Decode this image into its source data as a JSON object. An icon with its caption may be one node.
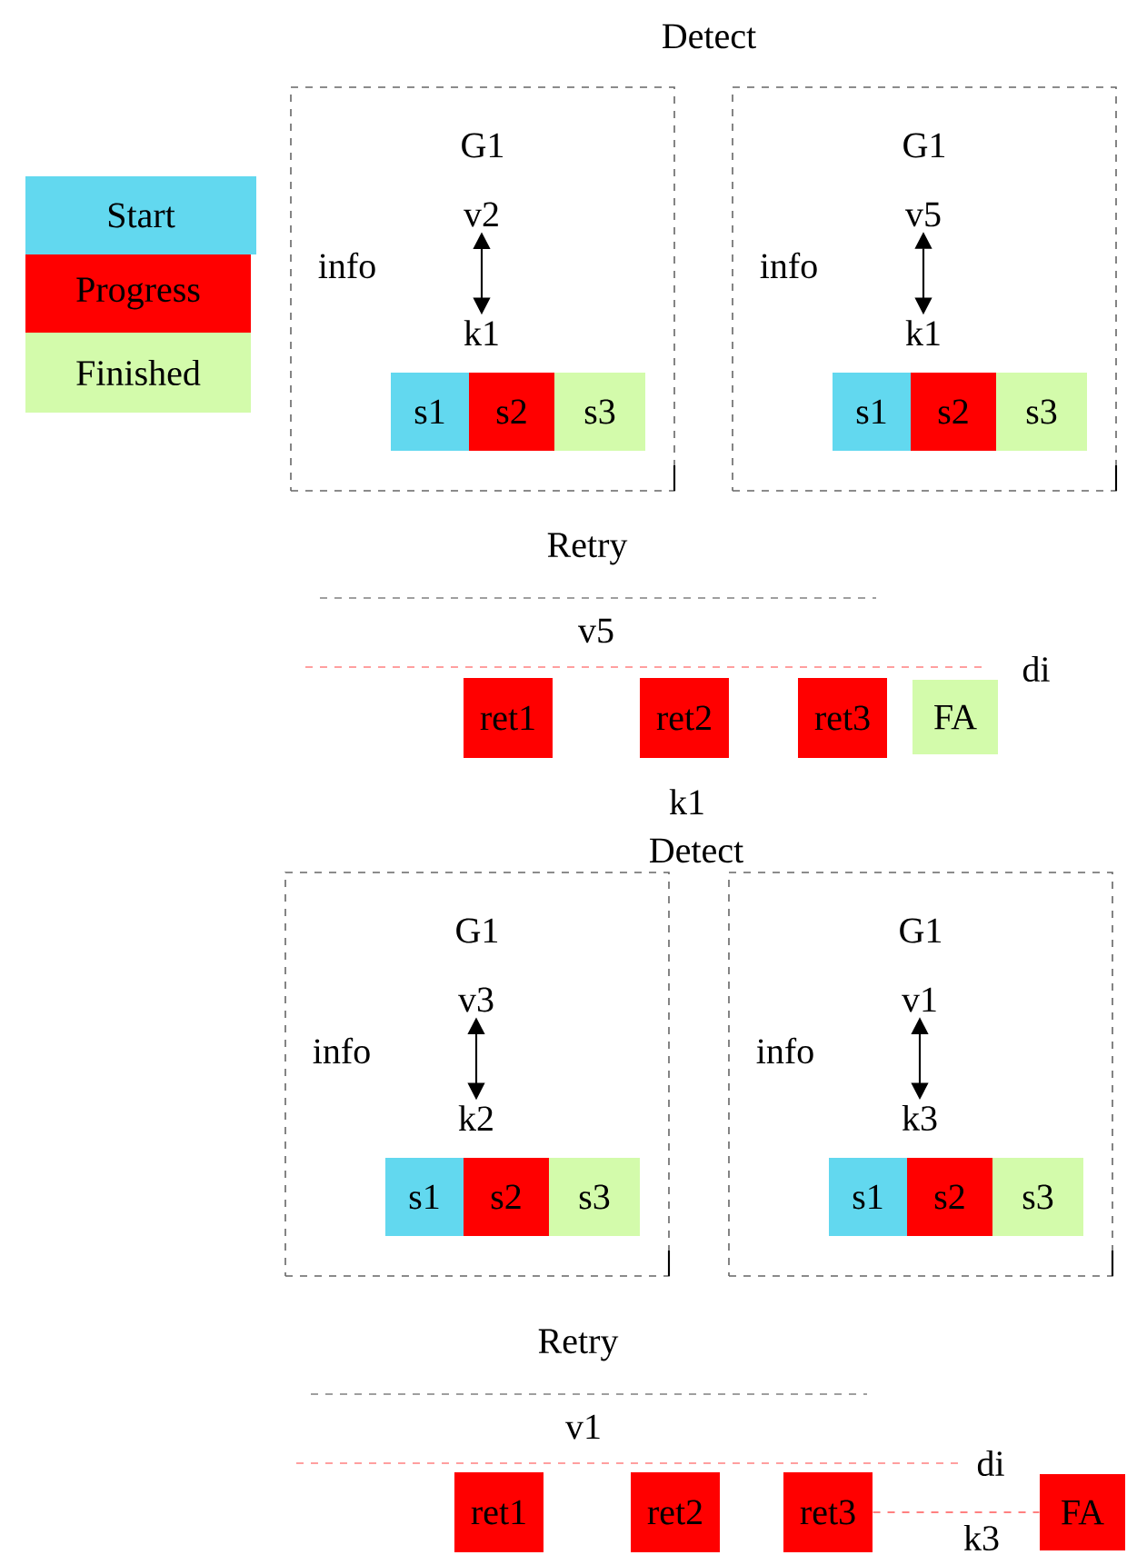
{
  "diagram": {
    "nodes": [
      {
        "text": [
          "G1",
          "info"
        ]
      },
      {
        "text": [
          "v2"
        ],
        "in": 0
      },
      {
        "text": [
          "k1"
        ],
        "in": 0
      },
      {
        "text": [
          "s1"
        ],
        "in": 0
      },
      {
        "text": [
          "s2"
        ],
        "in": 0
      },
      {
        "text": [
          "s3"
        ],
        "in": 0
      },
      {
        "text": [
          "G1",
          "info"
        ]
      },
      {
        "text": [
          "v5"
        ],
        "in": 6
      },
      {
        "text": [
          "k1"
        ],
        "in": 6
      },
      {
        "text": [
          "s1"
        ],
        "in": 6
      },
      {
        "text": [
          "s2"
        ],
        "in": 6
      },
      {
        "text": [
          "s3"
        ],
        "in": 6
      },
      {
        "text": [
          "ret1"
        ]
      },
      {
        "text": [
          "ret2"
        ]
      },
      {
        "text": [
          "ret3"
        ]
      },
      {
        "text": [
          "FA"
        ]
      },
      {
        "text": [
          "G1",
          "info"
        ]
      },
      {
        "text": [
          "v3"
        ],
        "in": 16
      },
      {
        "text": [
          "k2"
        ],
        "in": 16
      },
      {
        "text": [
          "s1"
        ],
        "in": 16
      },
      {
        "text": [
          "s2"
        ],
        "in": 16
      },
      {
        "text": [
          "s3"
        ],
        "in": 16
      },
      {
        "text": [
          "G1",
          "info"
        ]
      },
      {
        "text": [
          "v1"
        ],
        "in": 22
      },
      {
        "text": [
          "k3"
        ],
        "in": 22
      },
      {
        "text": [
          "s1"
        ],
        "in": 22
      },
      {
        "text": [
          "s2"
        ],
        "in": 22
      },
      {
        "text": [
          "s3"
        ],
        "in": 22
      },
      {
        "text": [
          "ret1"
        ]
      },
      {
        "text": [
          "ret2"
        ]
      },
      {
        "text": [
          "ret3"
        ]
      },
      {
        "text": [
          "FA"
        ]
      }
    ],
    "edges": [
      {
        "from": 1,
        "to": 2,
        "arrow": "both"
      },
      {
        "from": 7,
        "to": 8,
        "arrow": "both"
      },
      {
        "from": 17,
        "to": 18,
        "arrow": "both"
      },
      {
        "from": 23,
        "to": 24,
        "arrow": "both"
      },
      {
        "from": 30,
        "to": 31,
        "arrow": "none",
        "style": "dashed",
        "color": "#ff8080"
      }
    ],
    "labels": [
      "Detect",
      "Retry",
      "v5",
      "di",
      "k1",
      "Detect",
      "Retry",
      "v1",
      "di",
      "k3"
    ],
    "legend": [
      {
        "text": "Start",
        "color": "#62d8ef"
      },
      {
        "text": "Progress",
        "color": "#ff0000"
      },
      {
        "text": "Finished",
        "color": "#d3fbab"
      }
    ]
  }
}
